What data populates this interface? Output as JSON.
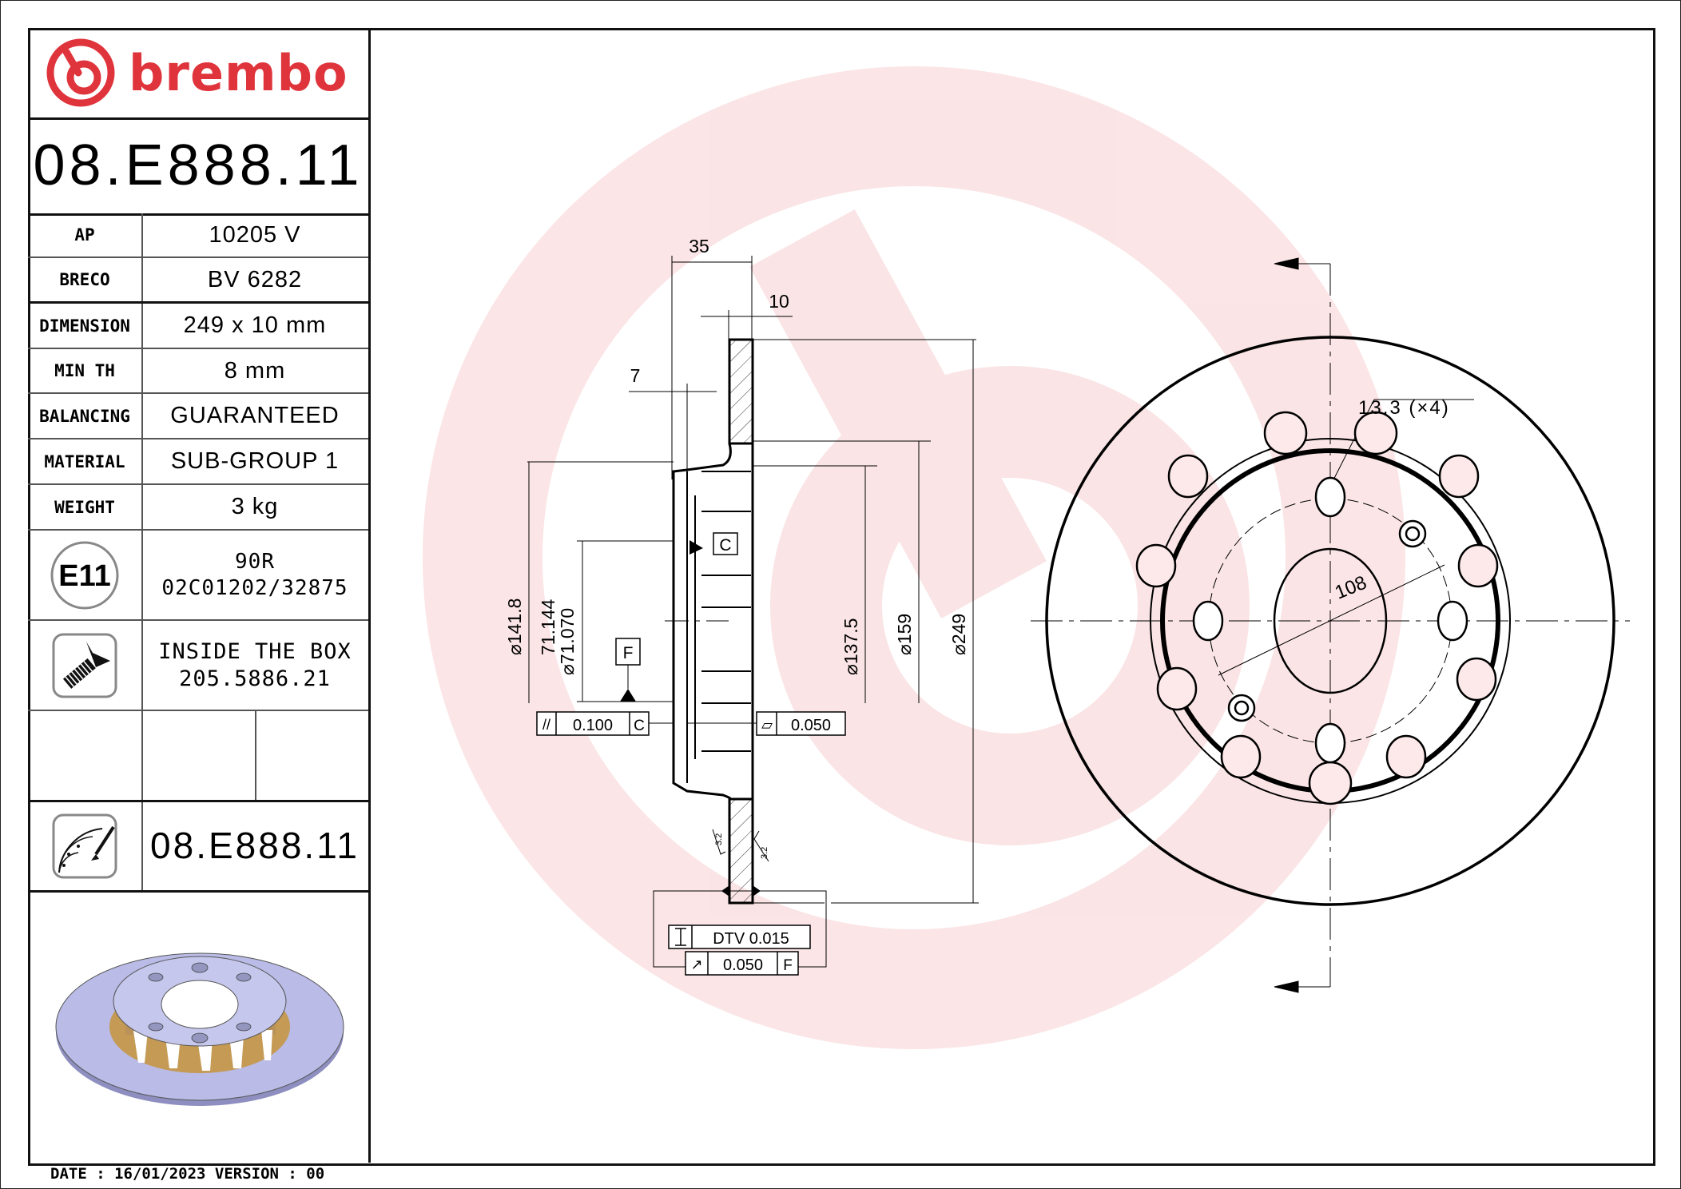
{
  "brand": {
    "name": "brembo",
    "color": "#e0343c"
  },
  "part_number": "08.E888.11",
  "specs": [
    {
      "label": "AP",
      "value": "10205 V"
    },
    {
      "label": "BRECO",
      "value": "BV 6282"
    },
    {
      "label": "DIMENSION",
      "value": "249 x 10 mm"
    },
    {
      "label": "MIN TH",
      "value": "8 mm"
    },
    {
      "label": "BALANCING",
      "value": "GUARANTEED"
    },
    {
      "label": "MATERIAL",
      "value": "SUB-GROUP 1"
    },
    {
      "label": "WEIGHT",
      "value": "3 kg"
    }
  ],
  "homologation": {
    "badge": "E11",
    "line1": "90R",
    "line2": "02C01202/32875"
  },
  "screw": {
    "line1": "INSIDE THE BOX",
    "line2": "205.5886.21"
  },
  "marking": {
    "part_number": "08.E888.11"
  },
  "footer": {
    "date_text": "DATE : 16/01/2023 VERSION : 00"
  },
  "section_view": {
    "dims": {
      "overall_height": "35",
      "disc_thickness": "10",
      "flange": "7",
      "d_141": "⌀141.8",
      "d_71a": "71.144",
      "d_71b": "⌀71.070",
      "d_137": "⌀137.5",
      "d_159": "⌀159",
      "d_249": "⌀249"
    },
    "datums": {
      "c": "C",
      "f": "F"
    },
    "tolerances": {
      "parallel": {
        "symbol": "//",
        "value": "0.100",
        "datum": "C"
      },
      "flatness": {
        "symbol": "▱",
        "value": "0.050"
      },
      "dtv": {
        "symbol": "⌶",
        "value": "DTV 0.015"
      },
      "runout": {
        "symbol": "↗",
        "value": "0.050",
        "datum": "F"
      }
    },
    "roughness": [
      "3.2",
      "3.2"
    ]
  },
  "front_view": {
    "hole_note": "13.3 (×4)",
    "pcd": "108"
  }
}
